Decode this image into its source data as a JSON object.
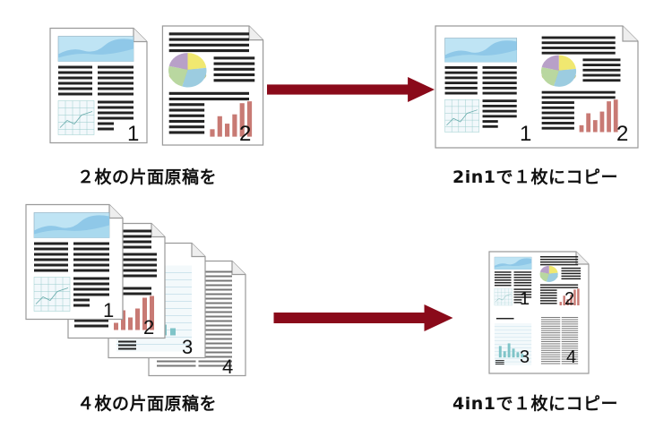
{
  "captions": {
    "top_left": "２枚の片面原稿を",
    "top_right": "2in1で１枚にコピー",
    "bottom_left": "４枚の片面原稿を",
    "bottom_right": "4in1で１枚にコピー"
  },
  "page_numbers": {
    "p1": "1",
    "p2": "2",
    "p3": "3",
    "p4": "4"
  },
  "colors": {
    "arrow": "#8a0a1a",
    "paper_border": "#9a9a9a",
    "text_lines": "#222222",
    "chart_bars": "#c87a74",
    "chart_bars_teal": "#7fc4c8",
    "photo_sky": "#bfe4f4"
  },
  "icons": [
    "document-page-icon",
    "arrow-right-icon"
  ]
}
